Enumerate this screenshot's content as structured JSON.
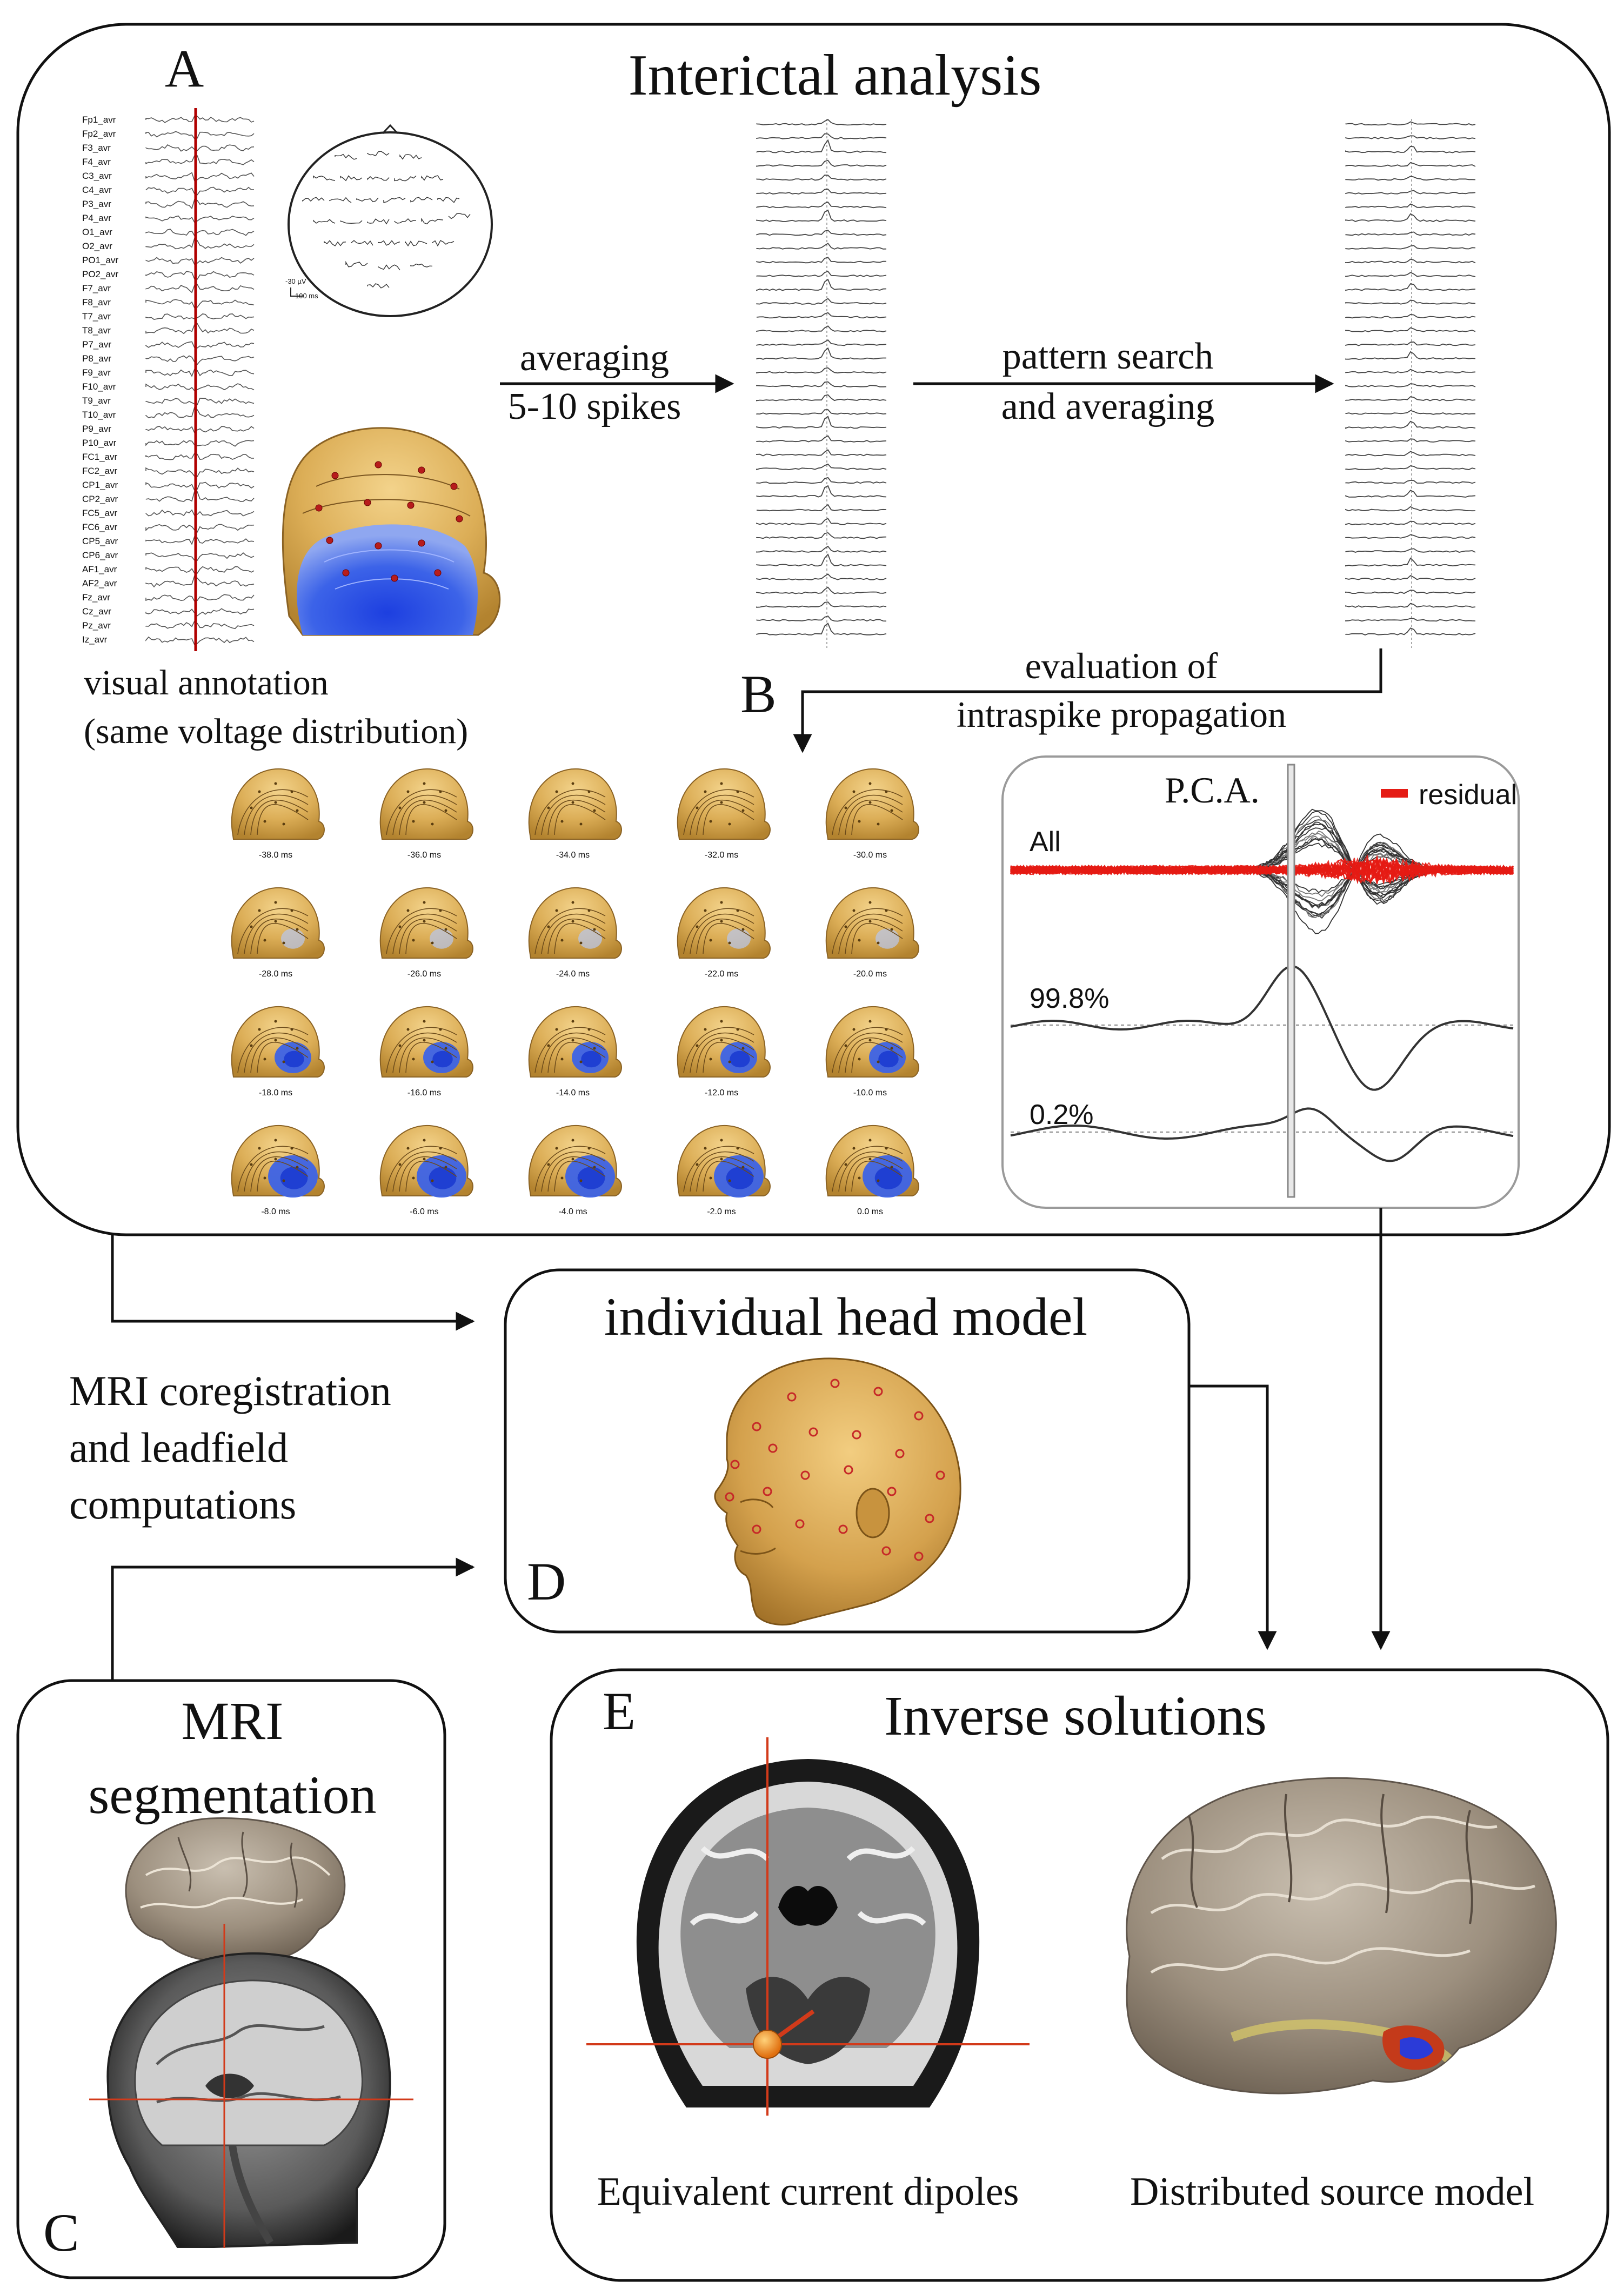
{
  "panel_a": {
    "letter": "A",
    "title": "Interictal analysis",
    "channels": [
      "Fp1_avr",
      "Fp2_avr",
      "F3_avr",
      "F4_avr",
      "C3_avr",
      "C4_avr",
      "P3_avr",
      "P4_avr",
      "O1_avr",
      "O2_avr",
      "PO1_avr",
      "PO2_avr",
      "F7_avr",
      "F8_avr",
      "T7_avr",
      "T8_avr",
      "P7_avr",
      "P8_avr",
      "F9_avr",
      "F10_avr",
      "T9_avr",
      "T10_avr",
      "P9_avr",
      "P10_avr",
      "FC1_avr",
      "FC2_avr",
      "CP1_avr",
      "CP2_avr",
      "FC5_avr",
      "FC6_avr",
      "CP5_avr",
      "CP6_avr",
      "AF1_avr",
      "AF2_avr",
      "Fz_avr",
      "Cz_avr",
      "Pz_avr",
      "Iz_avr"
    ],
    "scale_amp": "-30 µV",
    "scale_time": "100 ms",
    "annotation_line1": "visual annotation",
    "annotation_line2": "(same voltage distribution)",
    "step1_line1": "averaging",
    "step1_line2": "5-10 spikes",
    "step2_line1": "pattern search",
    "step2_line2": "and  averaging"
  },
  "panel_b": {
    "letter": "B",
    "eval_line1": "evaluation of",
    "eval_line2": "intraspike propagation",
    "map_times": [
      "-38.0 ms",
      "-36.0 ms",
      "-34.0 ms",
      "-32.0 ms",
      "-30.0 ms",
      "-28.0 ms",
      "-26.0 ms",
      "-24.0 ms",
      "-22.0 ms",
      "-20.0 ms",
      "-18.0 ms",
      "-16.0 ms",
      "-14.0 ms",
      "-12.0 ms",
      "-10.0 ms",
      "-8.0 ms",
      "-6.0 ms",
      "-4.0 ms",
      "-2.0 ms",
      "0.0 ms"
    ],
    "pca": {
      "title": "P.C.A.",
      "legend": "residual",
      "row_all": "All",
      "row_pc1": "99.8%",
      "row_pc2": "0.2%"
    }
  },
  "panel_c": {
    "letter": "C",
    "title_line1": "MRI",
    "title_line2": "segmentation"
  },
  "panel_d": {
    "letter": "D",
    "title": "individual head model",
    "side_line1": "MRI coregistration",
    "side_line2": "and leadfield",
    "side_line3": "computations"
  },
  "panel_e": {
    "letter": "E",
    "title": "Inverse solutions",
    "caption_left": "Equivalent current dipoles",
    "caption_right": "Distributed source model"
  },
  "colors": {
    "stroke": "#111111",
    "head_skin": "#e0b45c",
    "head_blue": "#2a4fd6",
    "residual": "#e51b14",
    "marker": "#c62828",
    "brain": "#9b8f80"
  }
}
